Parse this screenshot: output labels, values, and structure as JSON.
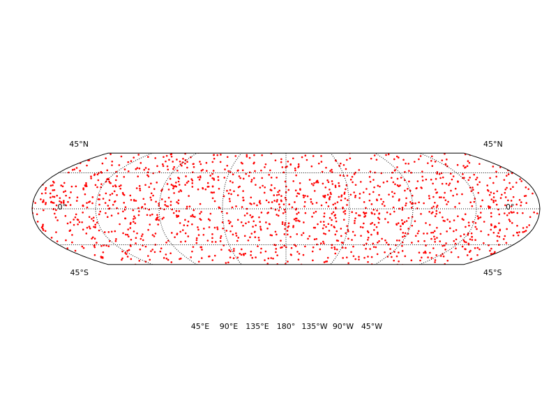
{
  "map": {
    "projection": "Robinson",
    "central_meridian": "180°",
    "lat_extent": [
      -72,
      72
    ],
    "parallels": [
      -45,
      0,
      45
    ],
    "meridians": [
      45,
      90,
      135,
      180,
      225,
      270,
      315
    ],
    "gridline_style": "dotted",
    "boundary_color": "#000000",
    "point_color": "#ff0000",
    "point_count": 1600,
    "point_distribution": "uniform random on the sphere"
  },
  "lat_labels": {
    "left": [
      "45°N",
      "0°",
      "45°S"
    ],
    "right": [
      "45°N",
      "0°",
      "45°S"
    ]
  },
  "lon_labels": [
    "45°E",
    "90°E",
    "135°E",
    "180°",
    "135°W",
    "90°W",
    "45°W"
  ]
}
